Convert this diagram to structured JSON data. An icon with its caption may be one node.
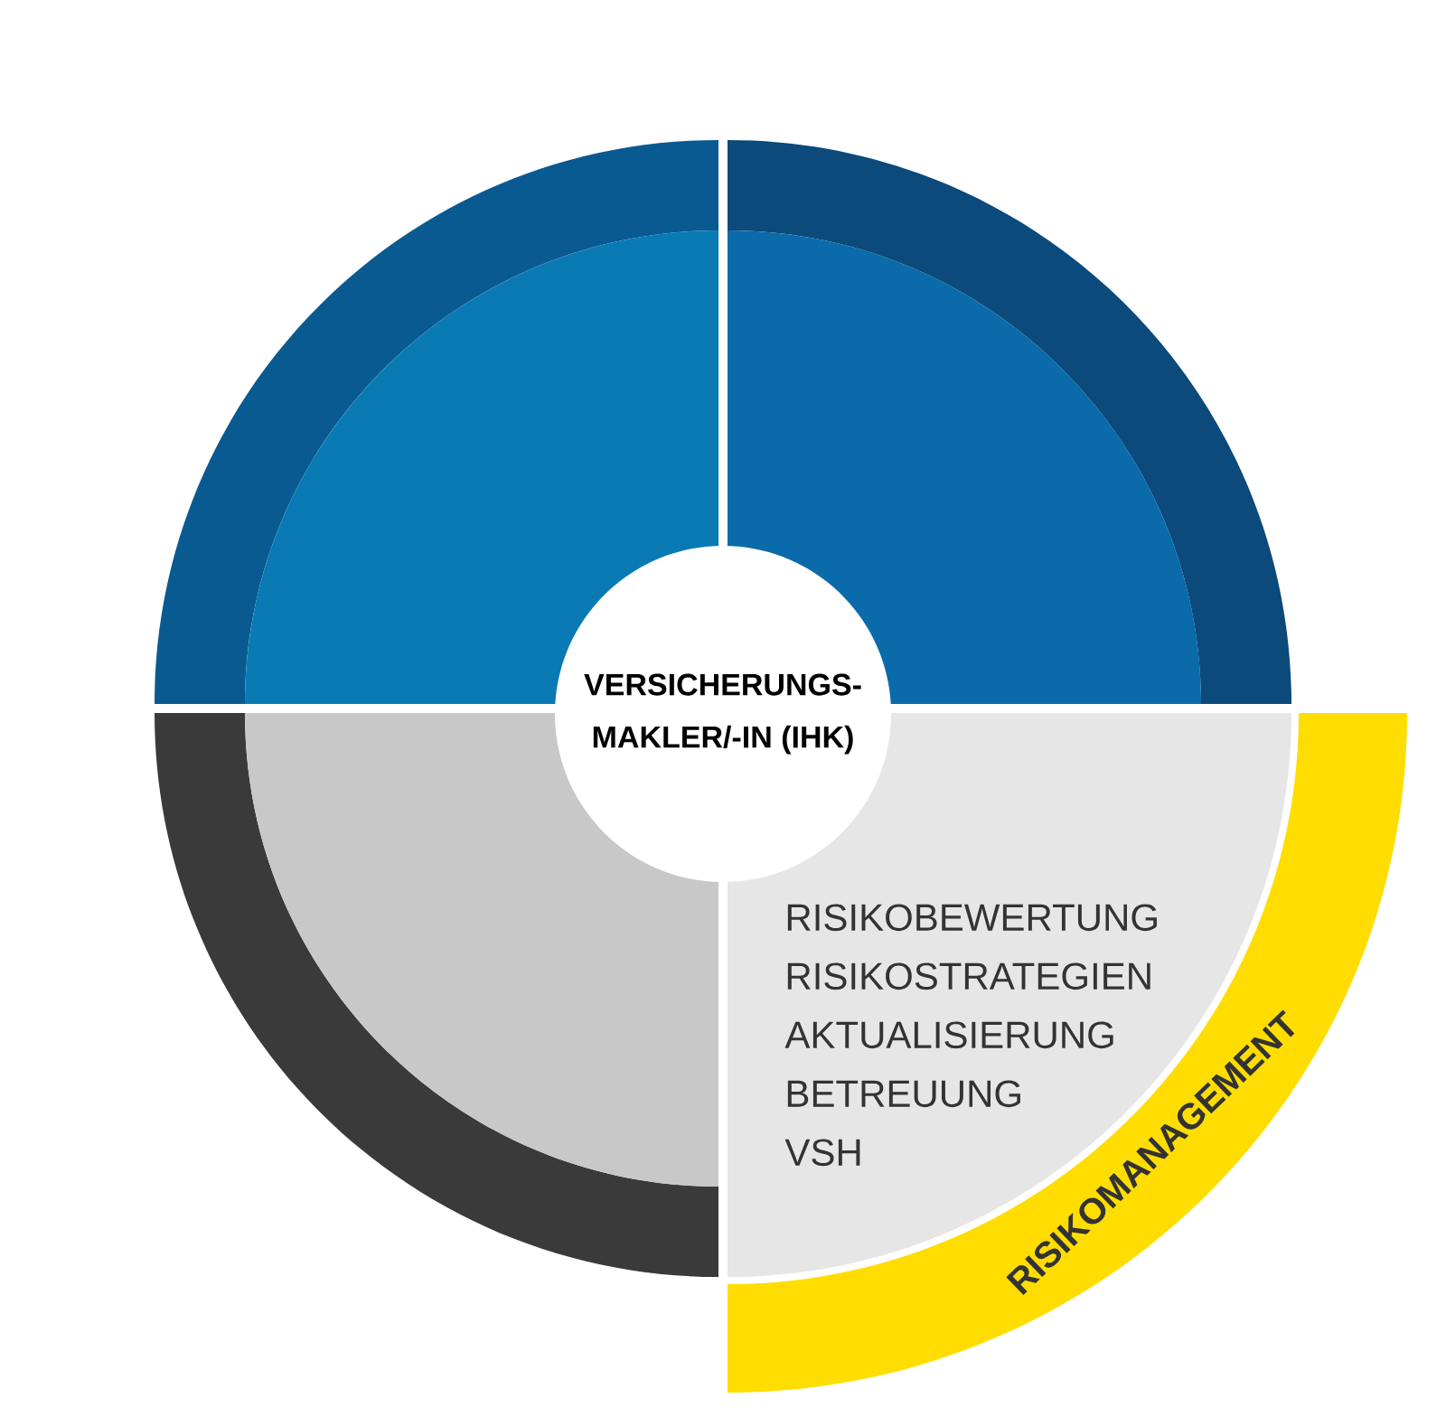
{
  "diagram": {
    "nodes": [
      {
        "text": [
          "VERSICHERUNGS- MAKLER/-IN (IHK)"
        ]
      },
      {
        "text": [],
        "shape": "band"
      },
      {
        "text": [],
        "shape": "sector"
      },
      {
        "text": [],
        "shape": "band"
      },
      {
        "text": [],
        "shape": "sector"
      },
      {
        "text": [],
        "shape": "band"
      },
      {
        "text": [],
        "shape": "sector"
      },
      {
        "text": [
          "RISIKOBEWERTUNG",
          "RISIKOSTRATEGIEN",
          "AKTUALISIERUNG",
          "BETREUUNG",
          "VSH"
        ]
      },
      {
        "text": [
          "RISIKOMANAGEMENT"
        ]
      }
    ]
  }
}
